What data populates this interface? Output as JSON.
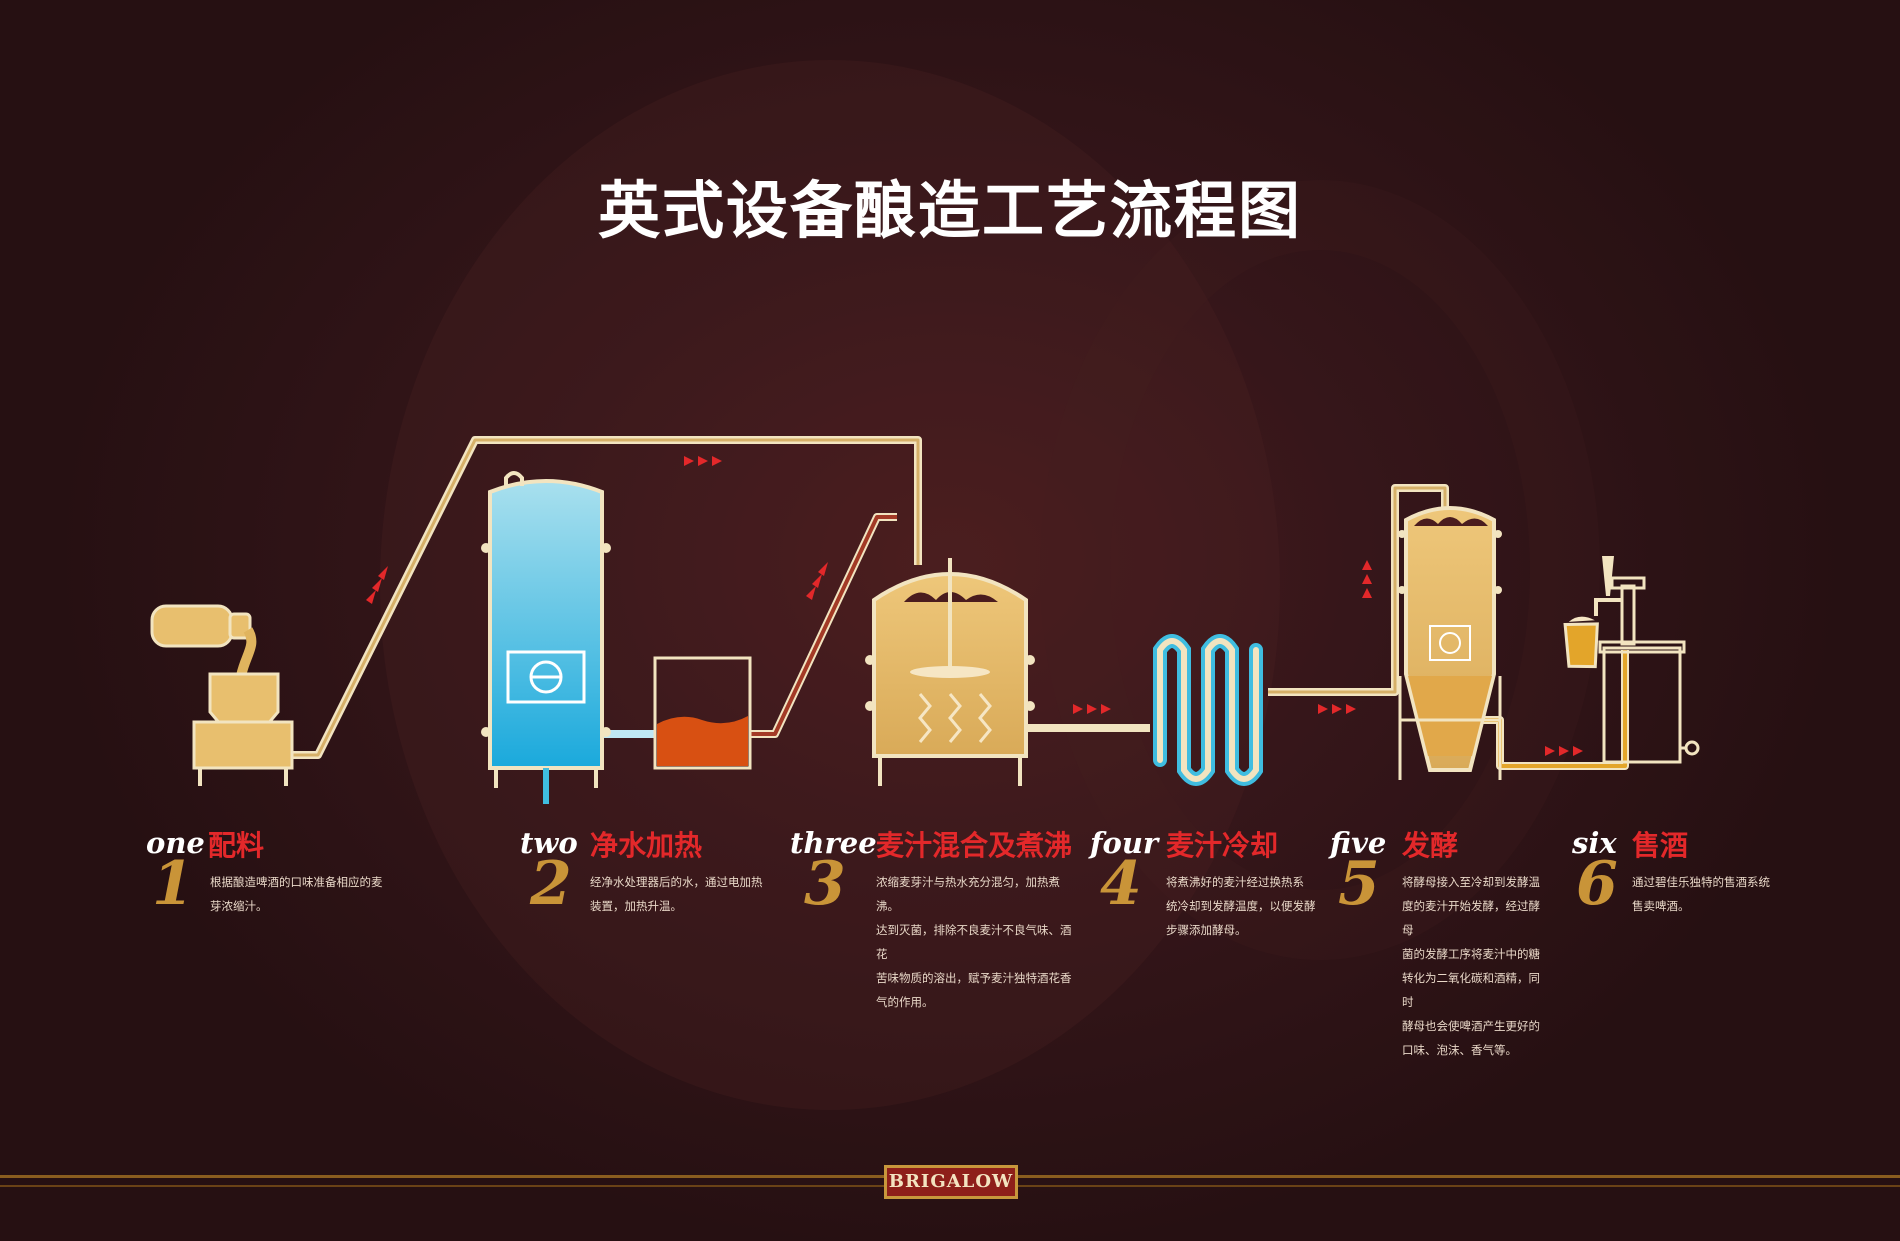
{
  "title": "英式设备酿造工艺流程图",
  "colors": {
    "background": "#2a0f11",
    "accent_red": "#e3282a",
    "gold": "#c99438",
    "beer": "#e8bf6e",
    "water": "#3fbde0",
    "wort": "#d85012",
    "pipe": "#f2e4c0"
  },
  "steps": [
    {
      "word": "one",
      "num": "1",
      "name": "配料",
      "desc": [
        "根据酿造啤酒的口味准备相应的麦",
        "芽浓缩汁。"
      ]
    },
    {
      "word": "two",
      "num": "2",
      "name": "净水加热",
      "desc": [
        "经净水处理器后的水，通过电加热",
        "装置，加热升温。"
      ]
    },
    {
      "word": "three",
      "num": "3",
      "name": "麦汁混合及煮沸",
      "desc": [
        "浓缩麦芽汁与热水充分混匀，加热煮沸。",
        "达到灭菌，排除不良麦汁不良气味、酒花",
        "苦味物质的溶出，赋予麦汁独特酒花香",
        "气的作用。"
      ]
    },
    {
      "word": "four",
      "num": "4",
      "name": "麦汁冷却",
      "desc": [
        "将煮沸好的麦汁经过换热系",
        "统冷却到发酵温度，以便发酵",
        "步骤添加酵母。"
      ]
    },
    {
      "word": "five",
      "num": "5",
      "name": "发酵",
      "desc": [
        "将酵母接入至冷却到发酵温",
        "度的麦汁开始发酵，经过酵母",
        "菌的发酵工序将麦汁中的糖",
        "转化为二氧化碳和酒精，同时",
        "酵母也会使啤酒产生更好的",
        "口味、泡沫、香气等。"
      ]
    },
    {
      "word": "six",
      "num": "6",
      "name": "售酒",
      "desc": [
        "通过碧佳乐独特的售酒系统",
        "售卖啤酒。"
      ]
    }
  ],
  "logo": "BRIGALOW"
}
